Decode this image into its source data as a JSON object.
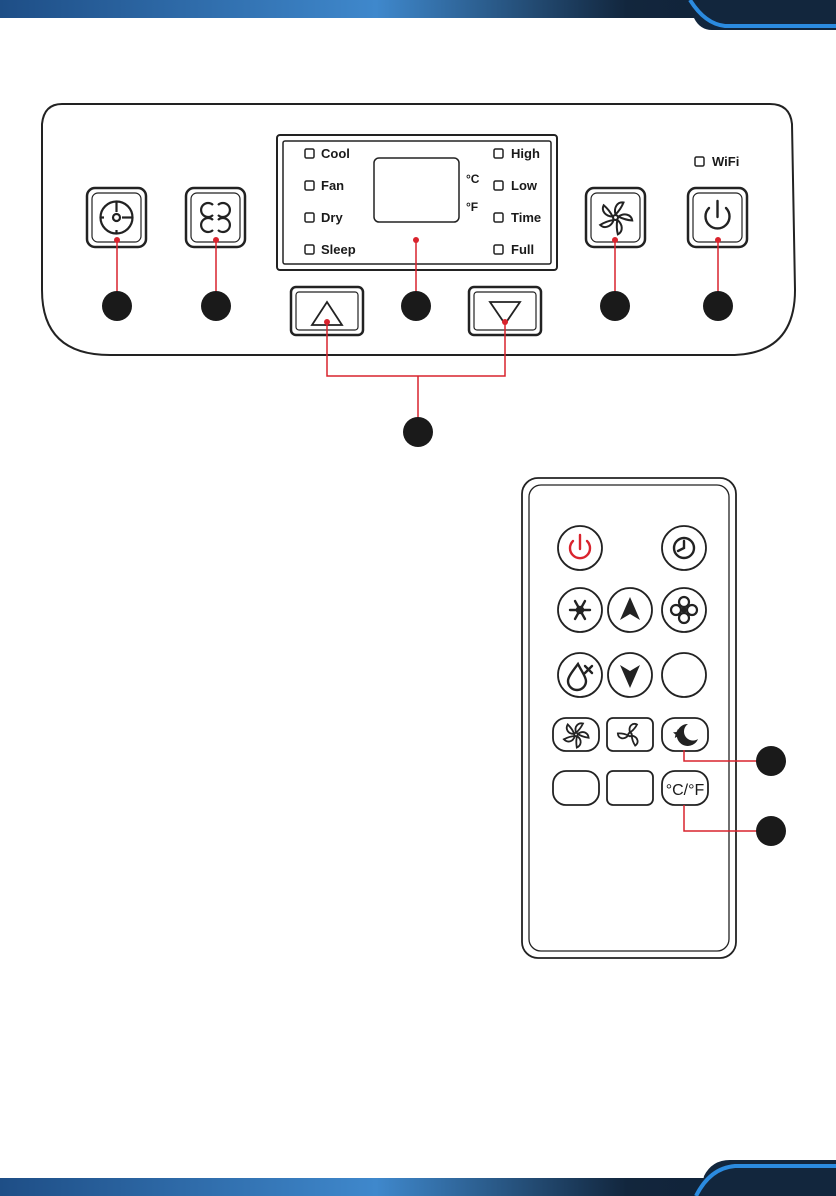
{
  "panel": {
    "display_indicators_left": [
      "Cool",
      "Fan",
      "Dry",
      "Sleep"
    ],
    "display_indicators_right": [
      "High",
      "Low",
      "Time",
      "Full"
    ],
    "unit_celsius": "°C",
    "unit_fahrenheit": "°F",
    "wifi_label": "WiFi",
    "buttons": {
      "timer": "timer-icon",
      "mode": "mode-icon",
      "fan_speed": "fan-icon",
      "power": "power-icon",
      "up": "up-arrow-icon",
      "down": "down-arrow-icon"
    }
  },
  "remote": {
    "unit_toggle_label": "°C/°F",
    "buttons": [
      "power-icon",
      "timer-icon",
      "cool-icon",
      "up-arrow-icon",
      "fan-icon",
      "dry-icon",
      "down-arrow-icon",
      "fan-high-icon",
      "fan-low-icon",
      "sleep-icon"
    ]
  },
  "colors": {
    "accent_line": "#d9232d",
    "power_icon": "#d9232d",
    "marker_fill": "#1a1a1a",
    "band_dark": "#12263d",
    "band_blue": "#1e6fb8"
  }
}
